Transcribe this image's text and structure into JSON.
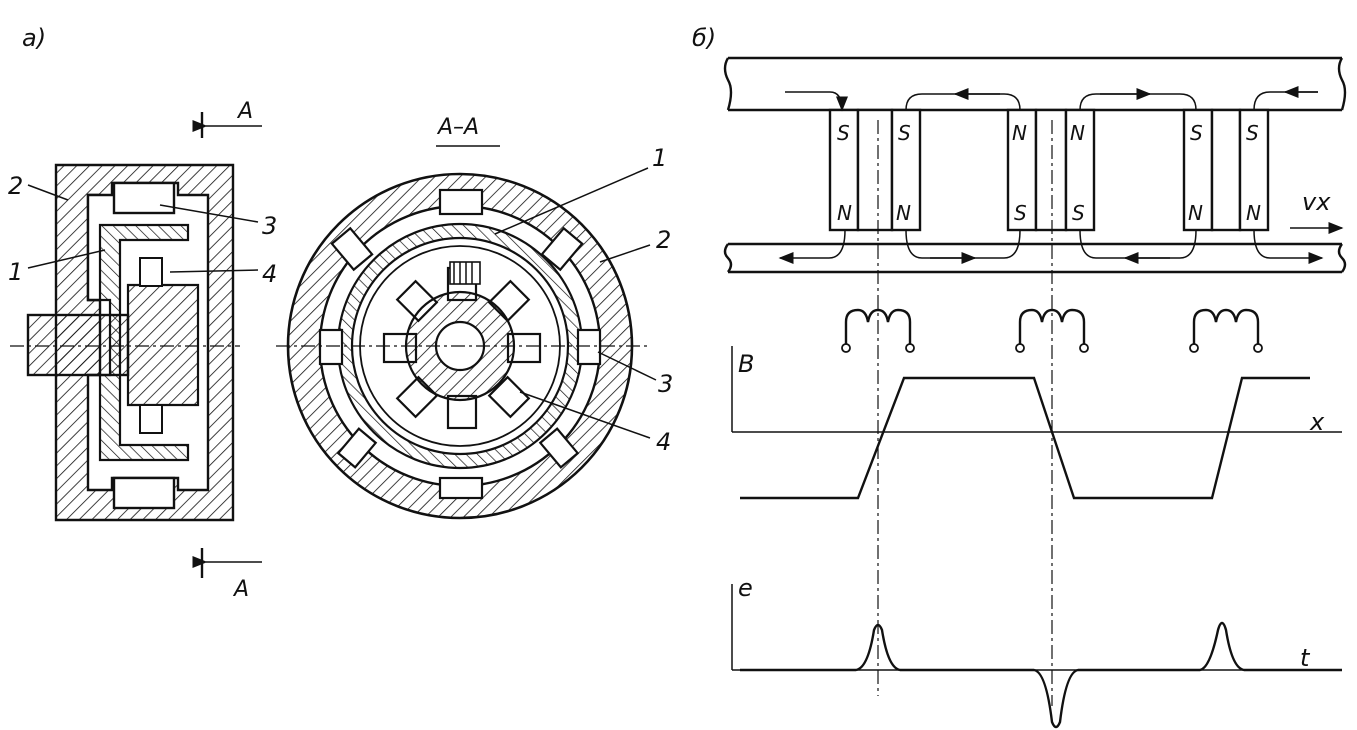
{
  "panel_a": {
    "label": "а)",
    "section_title": "А–А",
    "section_mark_top": "А",
    "section_mark_bottom": "А",
    "side_view_callouts": [
      "2",
      "3",
      "1",
      "4"
    ],
    "cross_section_callouts": [
      "1",
      "2",
      "3",
      "4"
    ]
  },
  "panel_b": {
    "label": "б)",
    "velocity_label": "vx",
    "poles_top": [
      "S",
      "S",
      "N",
      "N",
      "S",
      "S"
    ],
    "poles_bottom": [
      "N",
      "N",
      "S",
      "S",
      "N",
      "N"
    ],
    "graph_B": {
      "y_label": "B",
      "x_label": "x"
    },
    "graph_e": {
      "y_label": "e",
      "x_label": "t"
    }
  },
  "colors": {
    "ink": "#111111",
    "paper": "#ffffff"
  }
}
